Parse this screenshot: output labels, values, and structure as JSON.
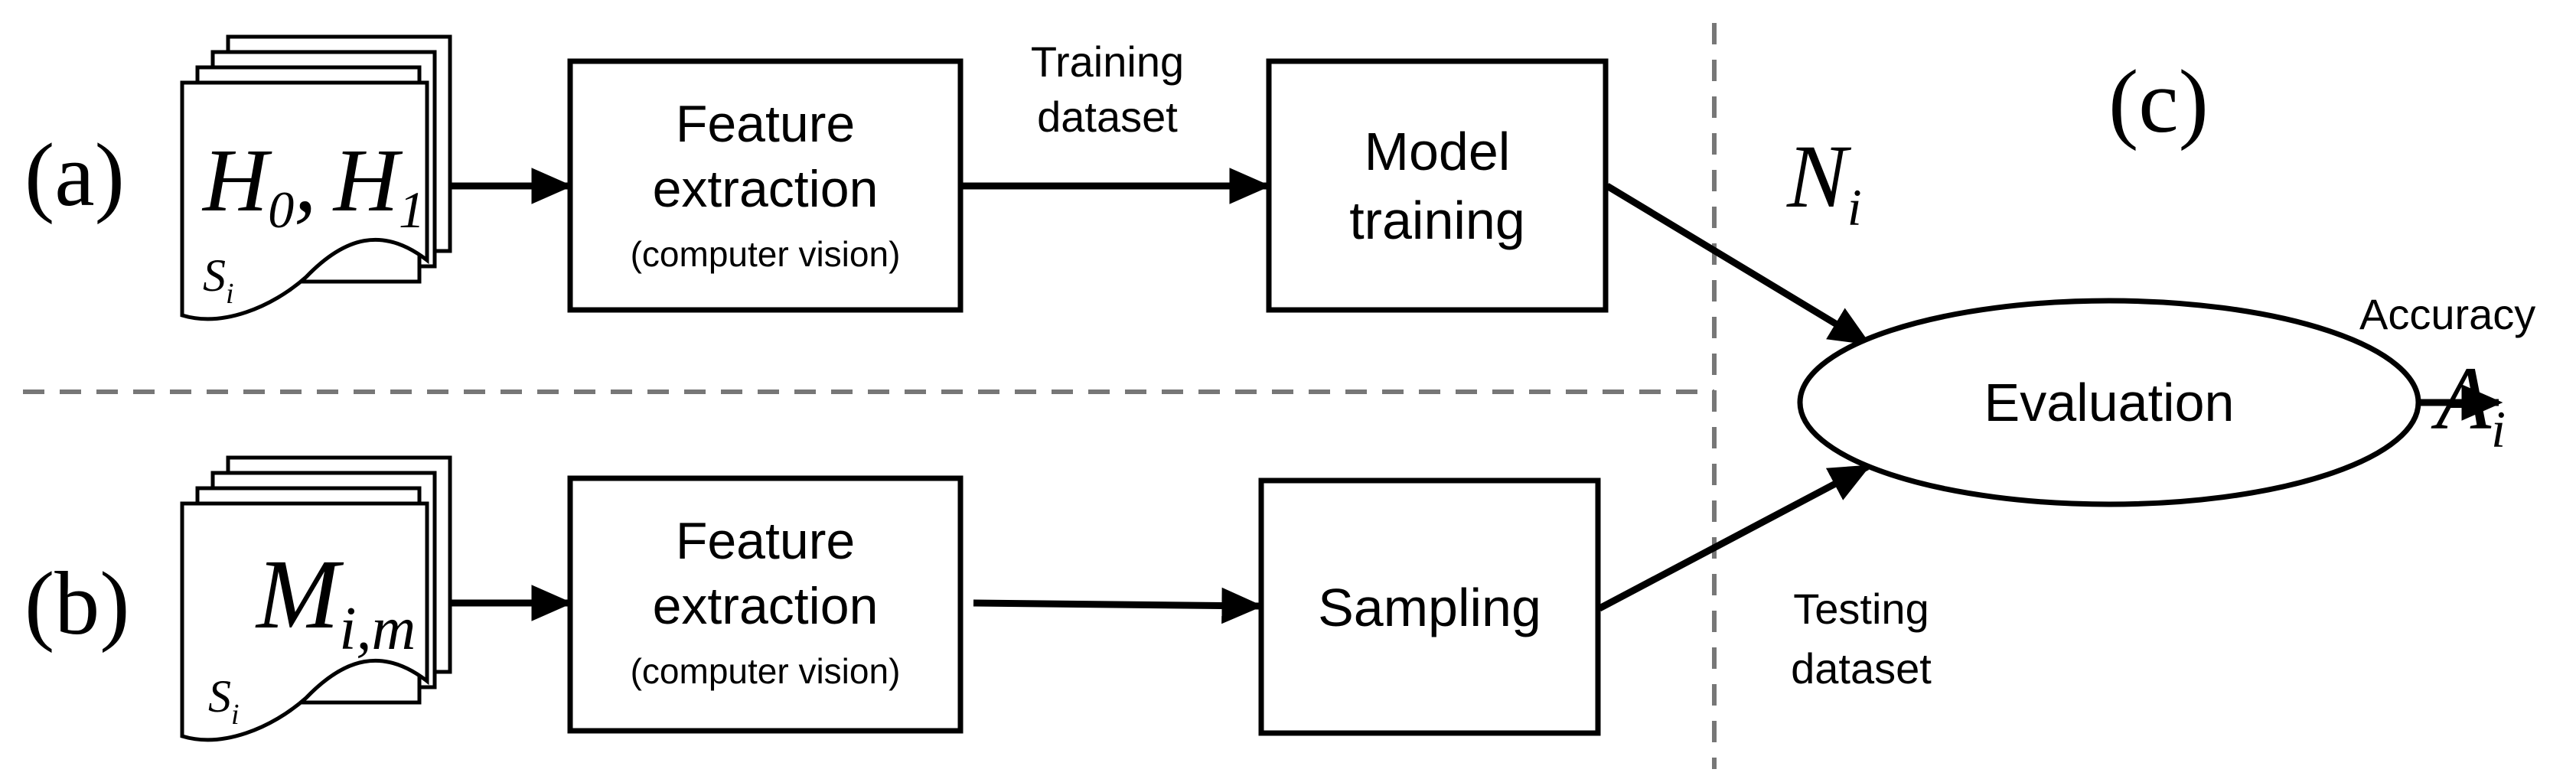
{
  "panels": {
    "a": "(a)",
    "b": "(b)",
    "c": "(c)"
  },
  "row_a": {
    "doc": {
      "h0": "H",
      "h0_sub": "0",
      "comma": ",",
      "h1": "H",
      "h1_sub": "1",
      "s": "S",
      "s_sub": "i"
    },
    "feature_box": {
      "line1": "Feature",
      "line2": "extraction",
      "line3": "(computer vision)"
    },
    "arrow_label": {
      "line1": "Training",
      "line2": "dataset"
    },
    "model_box": {
      "line1": "Model",
      "line2": "training"
    }
  },
  "row_b": {
    "doc": {
      "m": "M",
      "m_sub": "i,m",
      "s": "S",
      "s_sub": "i"
    },
    "feature_box": {
      "line1": "Feature",
      "line2": "extraction",
      "line3": "(computer vision)"
    },
    "sampling_box": {
      "label": "Sampling"
    }
  },
  "evaluation": {
    "label": "Evaluation",
    "n": "N",
    "n_sub": "i",
    "testing": {
      "line1": "Testing",
      "line2": "dataset"
    },
    "output_label": "Accuracy",
    "a": "A",
    "a_sub": "i"
  }
}
